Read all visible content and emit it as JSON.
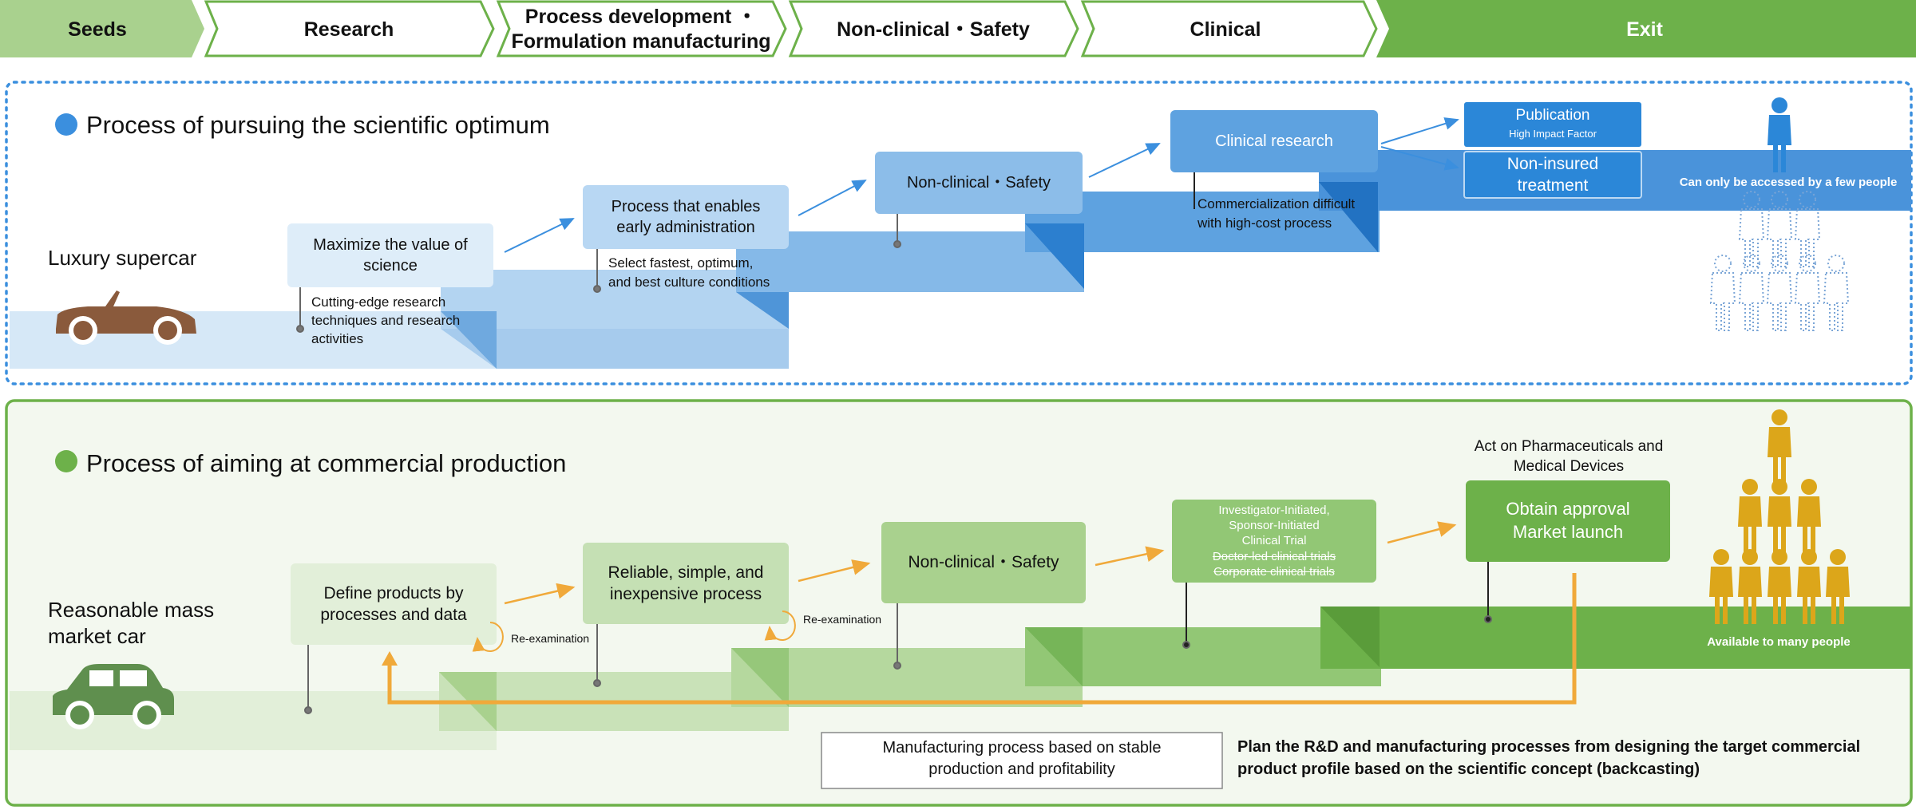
{
  "phases": [
    {
      "label": "Seeds",
      "style": "light"
    },
    {
      "label": "Research",
      "style": "outline"
    },
    {
      "label": "Process development ・\nFormulation manufacturing",
      "style": "outline"
    },
    {
      "label": "Non-clinical・Safety",
      "style": "outline"
    },
    {
      "label": "Clinical",
      "style": "outline"
    },
    {
      "label": "Exit",
      "style": "dark"
    }
  ],
  "top": {
    "title": "Process of pursuing the scientific optimum",
    "car_label": "Luxury supercar",
    "steps": [
      {
        "label": "Maximize the value of\nscience",
        "note": "Cutting-edge research\ntechniques and research\nactivities"
      },
      {
        "label": "Process that enables\nearly administration",
        "note": "Select fastest, optimum,\nand best culture conditions"
      },
      {
        "label": "Non-clinical・Safety",
        "note": ""
      },
      {
        "label": "Clinical research",
        "note": "Commercialization difficult\nwith high-cost process"
      }
    ],
    "outcomes": [
      {
        "title": "Publication",
        "sub": "High Impact Factor"
      },
      {
        "title": "Non-insured\ntreatment",
        "sub": ""
      }
    ],
    "people_caption": "Can only be accessed by a few people"
  },
  "bottom": {
    "title": "Process of aiming at commercial production",
    "car_label": "Reasonable mass\nmarket car",
    "steps": [
      {
        "label": "Define products by\nprocesses and data"
      },
      {
        "label": "Reliable, simple, and\ninexpensive process"
      },
      {
        "label": "Non-clinical・Safety"
      },
      {
        "lines": [
          "Investigator-Initiated,",
          "Sponsor-Initiated",
          "Clinical Trial"
        ],
        "struck": [
          "Doctor-led clinical trials",
          "Corporate clinical trials"
        ]
      },
      {
        "label": "Obtain approval\nMarket launch"
      }
    ],
    "reexam": "Re-examination",
    "act_label": "Act on Pharmaceuticals and\nMedical Devices",
    "people_caption": "Available to many people",
    "mfg_box": "Manufacturing  process based on stable\nproduction and profitability",
    "plan_text": "Plan the R&D and manufacturing processes from designing the target commercial\nproduct profile based on the scientific concept (backcasting)"
  },
  "colors": {
    "phase_dark": "#6db14a",
    "phase_light": "#a9d18e",
    "phase_border": "#6db14a",
    "blue_dot": "#3b8fde",
    "green_dot": "#6db14a",
    "car_brown": "#8a5a3c",
    "car_green": "#5f8f4e",
    "arrow_blue": "#3b8fde",
    "arrow_orange": "#f0a93a",
    "person_gold": "#dca61a",
    "person_outline": "#7aa5d6"
  }
}
